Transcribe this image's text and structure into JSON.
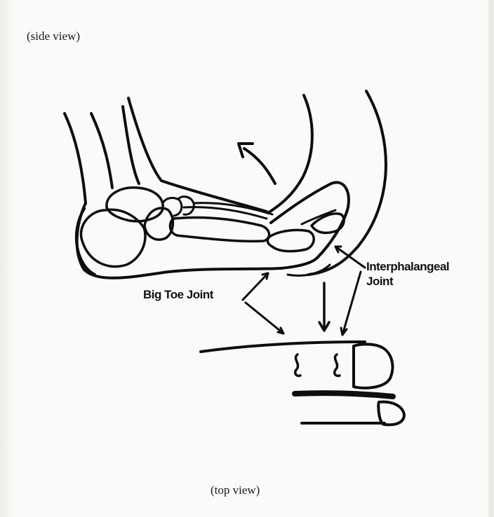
{
  "captions": {
    "side_view": "(side view)",
    "top_view": "(top view)"
  },
  "labels": {
    "big_toe_joint": "Big Toe Joint",
    "interphalangeal_line1": "Interphalangeal",
    "interphalangeal_line2": "Joint"
  },
  "colors": {
    "ink": "#0e0e0e",
    "paper": "#fafaf8"
  }
}
